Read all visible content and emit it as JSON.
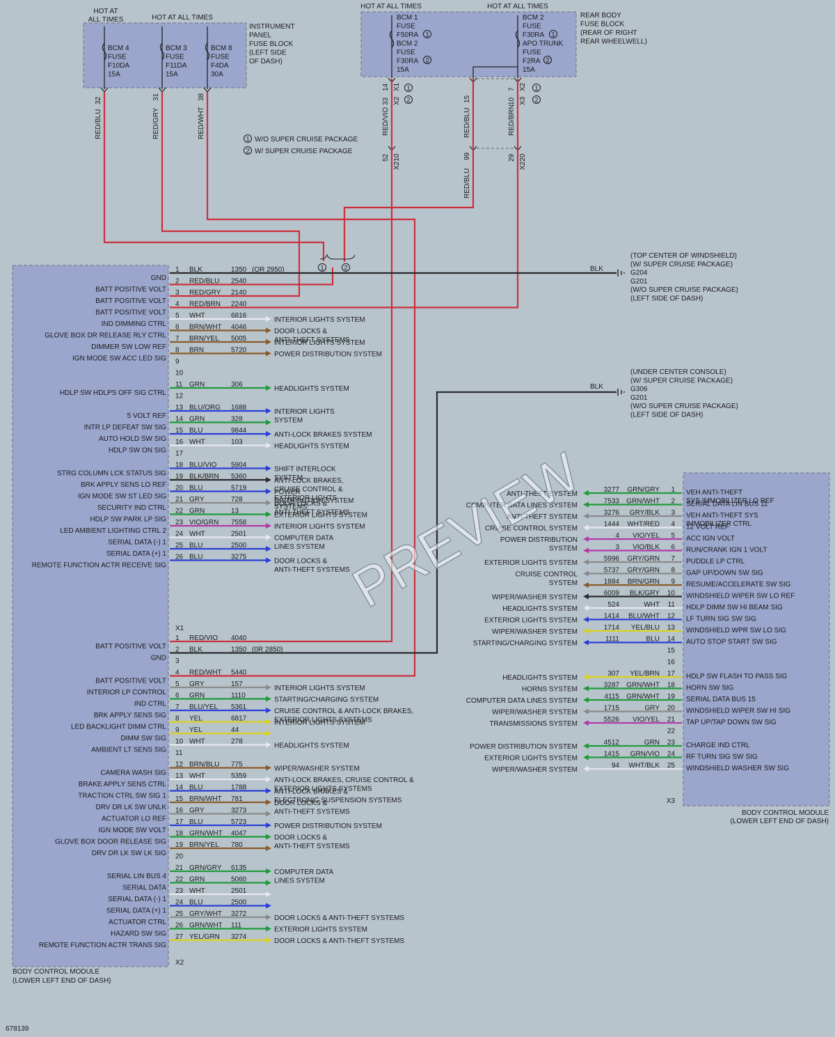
{
  "watermark": "PREVIEW",
  "diagram_id": "678139",
  "colors": {
    "background": "#b8c4cc",
    "module_fill": "#9aa6cc",
    "module_border": "#6f6f86",
    "RED": "#cc2f3c",
    "BLK": "#2a2a2a",
    "WHT": "#e8e8ee",
    "BRN": "#8a5a2a",
    "GRN": "#1f9a3a",
    "BLU": "#2a3ed6",
    "YEL": "#d8d020",
    "VIO": "#b03aa8",
    "GRY": "#8a8a8a",
    "ORG": "#e07a20"
  },
  "hot_labels": {
    "hot1": "HOT AT",
    "hot1b": "ALL TIMES",
    "hot2": "HOT AT ALL TIMES",
    "hot3": "HOT AT ALL TIMES",
    "hot4": "HOT AT ALL TIMES"
  },
  "ip_fuse_block": {
    "label": [
      "INSTRUMENT",
      "PANEL",
      "FUSE BLOCK",
      "(LEFT SIDE",
      "OF DASH)"
    ],
    "fuses": [
      {
        "lines": [
          "BCM 4",
          "FUSE",
          "F10DA",
          "15A"
        ],
        "pin": "32",
        "wire": "RED/BLU"
      },
      {
        "lines": [
          "BCM 3",
          "FUSE",
          "F11DA",
          "15A"
        ],
        "pin": "31",
        "wire": "RED/GRY"
      },
      {
        "lines": [
          "BCM 8",
          "FUSE",
          "F4DA",
          "30A"
        ],
        "pin": "38",
        "wire": "RED/WHT"
      }
    ]
  },
  "rear_fuse_block": {
    "label": [
      "REAR BODY",
      "FUSE BLOCK",
      "(REAR OF RIGHT",
      "REAR WHEELWELL)"
    ],
    "left_fuse": [
      "BCM 1",
      "FUSE",
      "F50RA",
      "BCM 2",
      "FUSE",
      "F30RA",
      "15A"
    ],
    "right_fuse": [
      "BCM 2",
      "FUSE",
      "F30RA",
      "APO TRUNK",
      "FUSE",
      "F2RA",
      "15A"
    ],
    "conn_left": {
      "top": "X1",
      "top_pin": "14",
      "bot": "X2",
      "bot_pin": "33",
      "wire": "RED/VIO",
      "x210_pin": "52",
      "x210": "X210"
    },
    "conn_mid": {
      "pin": "15",
      "wire": "RED/BLU",
      "lower_pin": "99",
      "lower_wire": "RED/BLU"
    },
    "conn_right": {
      "top": "X2",
      "top_pin": "7",
      "bot": "X3",
      "bot_pin": "10",
      "wire": "RED/BRN",
      "x220_pin": "29",
      "x220": "X220"
    }
  },
  "legend": {
    "n1": "1",
    "n2": "2",
    "item1": "W/O SUPER CRUISE PACKAGE",
    "item2": "W/ SUPER CRUISE PACKAGE"
  },
  "ground1": {
    "wire": "BLK",
    "lines": [
      "(TOP CENTER OF WINDSHIELD)",
      "(W/ SUPER CRUISE PACKAGE)",
      "G204",
      "G201",
      "(W/O SUPER CRUISE PACKAGE)",
      "(LEFT SIDE OF DASH)"
    ]
  },
  "ground2": {
    "wire": "BLK",
    "lines": [
      "(UNDER CENTER CONSOLE)",
      "(W/ SUPER CRUISE PACKAGE)",
      "G306",
      "G201",
      "(W/O SUPER CRUISE PACKAGE)",
      "(LEFT SIDE OF DASH)"
    ]
  },
  "left_module": {
    "label": [
      "BODY CONTROL MODULE",
      "(LOWER LEFT END OF DASH)"
    ],
    "x1": {
      "connector": "X1",
      "pins": [
        {
          "pin": "1",
          "func": "GND",
          "wire": "BLK",
          "circuit": "1350",
          "note": "(OR 2950)"
        },
        {
          "pin": "2",
          "func": "BATT POSITIVE VOLT",
          "wire": "RED/BLU",
          "circuit": "2540"
        },
        {
          "pin": "3",
          "func": "BATT POSITIVE VOLT",
          "wire": "RED/GRY",
          "circuit": "2140"
        },
        {
          "pin": "4",
          "func": "BATT POSITIVE VOLT",
          "wire": "RED/BRN",
          "circuit": "2240"
        },
        {
          "pin": "5",
          "func": "IND DIMMING CTRL",
          "wire": "WHT",
          "circuit": "6816",
          "dest": [
            "INTERIOR LIGHTS SYSTEM"
          ]
        },
        {
          "pin": "6",
          "func": "GLOVE BOX DR RELEASE RLY CTRL",
          "wire": "BRN/WHT",
          "circuit": "4046",
          "dest": [
            "DOOR LOCKS &",
            "ANTI-THEFT SYSTEMS"
          ]
        },
        {
          "pin": "7",
          "func": "DIMMER SW LOW REF",
          "wire": "BRN/YEL",
          "circuit": "5005",
          "dest": [
            "INTERIOR LIGHTS SYSTEM"
          ]
        },
        {
          "pin": "8",
          "func": "IGN MODE SW ACC LED SIG",
          "wire": "BRN",
          "circuit": "5720",
          "dest": [
            "POWER DISTRIBUTION SYSTEM"
          ]
        },
        {
          "pin": "9"
        },
        {
          "pin": "10"
        },
        {
          "pin": "11",
          "func": "HDLP SW HDLPS OFF SIG CTRL",
          "wire": "GRN",
          "circuit": "306",
          "dest": [
            "HEADLIGHTS SYSTEM"
          ]
        },
        {
          "pin": "12"
        },
        {
          "pin": "13",
          "func": "5 VOLT REF",
          "wire": "BLU/ORG",
          "circuit": "1688",
          "dest": [
            "INTERIOR LIGHTS",
            "SYSTEM"
          ]
        },
        {
          "pin": "14",
          "func": "INTR LP DEFEAT SW SIG",
          "wire": "GRN",
          "circuit": "328"
        },
        {
          "pin": "15",
          "func": "AUTO HOLD SW SIG",
          "wire": "BLU",
          "circuit": "9844",
          "dest": [
            "ANTI-LOCK BRAKES SYSTEM"
          ]
        },
        {
          "pin": "16",
          "func": "HDLP SW ON SIG",
          "wire": "WHT",
          "circuit": "103",
          "dest": [
            "HEADLIGHTS SYSTEM"
          ]
        },
        {
          "pin": "17"
        },
        {
          "pin": "18",
          "func": "STRG COLUMN LCK STATUS SIG",
          "wire": "BLU/VIO",
          "circuit": "5904",
          "dest": [
            "SHIFT INTERLOCK",
            "SYSTEM"
          ]
        },
        {
          "pin": "19",
          "func": "BRK APPLY SENS LO REF",
          "wire": "BLK/BRN",
          "circuit": "5360",
          "dest": [
            "ANTI-LOCK BRAKES,",
            "CRUISE CONTROL &",
            "EXTERIOR LIGHTS",
            "SYSTEMS"
          ]
        },
        {
          "pin": "20",
          "func": "IGN MODE SW ST LED SIG",
          "wire": "BLU",
          "circuit": "5719",
          "dest": [
            "POWER",
            "DISTRIBUTION SYSTEM"
          ]
        },
        {
          "pin": "21",
          "func": "SECURITY IND CTRL",
          "wire": "GRY",
          "circuit": "728",
          "dest": [
            "DOOR LOCKS &",
            "ANTI-THEFT SYSTEMS"
          ]
        },
        {
          "pin": "22",
          "func": "HDLP SW PARK LP SIG",
          "wire": "GRN",
          "circuit": "13",
          "dest": [
            "EXTERIOR LIGHTS SYSTEM"
          ]
        },
        {
          "pin": "23",
          "func": "LED AMBIENT LIGHTING CTRL 2",
          "wire": "VIO/GRN",
          "circuit": "7558",
          "dest": [
            "INTERIOR LIGHTS SYSTEM"
          ]
        },
        {
          "pin": "24",
          "func": "SERIAL DATA (-) 1",
          "wire": "WHT",
          "circuit": "2501",
          "dest": [
            "COMPUTER DATA",
            "LINES SYSTEM"
          ]
        },
        {
          "pin": "25",
          "func": "SERIAL DATA (+) 1",
          "wire": "BLU",
          "circuit": "2500"
        },
        {
          "pin": "26",
          "func": "REMOTE FUNCTION ACTR RECEIVE SIG",
          "wire": "BLU",
          "circuit": "3275",
          "dest": [
            "DOOR LOCKS &",
            "ANTI-THEFT SYSTEMS"
          ]
        }
      ]
    },
    "x2": {
      "connector": "X2",
      "pins": [
        {
          "pin": "1",
          "func": "BATT POSITIVE VOLT",
          "wire": "RED/VIO",
          "circuit": "4040"
        },
        {
          "pin": "2",
          "func": "GND",
          "wire": "BLK",
          "circuit": "1350",
          "note": "(0R 2850)"
        },
        {
          "pin": "3"
        },
        {
          "pin": "4",
          "func": "BATT POSITIVE VOLT",
          "wire": "RED/WHT",
          "circuit": "5440"
        },
        {
          "pin": "5",
          "func": "INTERIOR LP CONTROL",
          "wire": "GRY",
          "circuit": "157",
          "dest": [
            "INTERIOR LIGHTS SYSTEM"
          ]
        },
        {
          "pin": "6",
          "func": "IND CTRL",
          "wire": "GRN",
          "circuit": "1110",
          "dest": [
            "STARTING/CHARGING SYSTEM"
          ]
        },
        {
          "pin": "7",
          "func": "BRK APPLY SENS SIG",
          "wire": "BLU/YEL",
          "circuit": "5361",
          "dest": [
            "CRUISE CONTROL & ANTI-LOCK BRAKES,",
            "EXTERIOR LIGHTS SYSTEMS"
          ]
        },
        {
          "pin": "8",
          "func": "LED BACKLIGHT DIMM CTRL",
          "wire": "YEL",
          "circuit": "6817",
          "dest": [
            "INTERIOR LIGHTS SYSTEM"
          ]
        },
        {
          "pin": "9",
          "func": "DIMM SW SIG",
          "wire": "YEL",
          "circuit": "44"
        },
        {
          "pin": "10",
          "func": "AMBIENT LT SENS SIG",
          "wire": "WHT",
          "circuit": "278",
          "dest": [
            "HEADLIGHTS SYSTEM"
          ]
        },
        {
          "pin": "11"
        },
        {
          "pin": "12",
          "func": "CAMERA WASH SIG",
          "wire": "BRN/BLU",
          "circuit": "775",
          "dest": [
            "WIPER/WASHER SYSTEM"
          ]
        },
        {
          "pin": "13",
          "func": "BRAKE APPLY SENS CTRL",
          "wire": "WHT",
          "circuit": "5359",
          "dest": [
            "ANTI-LOCK BRAKES, CRUISE CONTROL &",
            "EXTERIOR LIGHTS SYSTEMS"
          ]
        },
        {
          "pin": "14",
          "func": "TRACTION CTRL SW SIG 1",
          "wire": "BLU",
          "circuit": "1788",
          "dest": [
            "ANTI-LOCK BRAKES &",
            "ELECTRONIC SUSPENSION SYSTEMS"
          ]
        },
        {
          "pin": "15",
          "func": "DRV DR LK SW UNLK",
          "wire": "BRN/WHT",
          "circuit": "781",
          "dest": [
            "DOOR LOCKS &",
            "ANTI-THEFT SYSTEMS"
          ]
        },
        {
          "pin": "16",
          "func": "ACTUATOR LO REF",
          "wire": "GRY",
          "circuit": "3273"
        },
        {
          "pin": "17",
          "func": "IGN MODE SW VOLT",
          "wire": "BLU",
          "circuit": "5723",
          "dest": [
            "POWER DISTRIBUTION SYSTEM"
          ]
        },
        {
          "pin": "18",
          "func": "GLOVE BOX DOOR RELEASE SIG",
          "wire": "GRN/WHT",
          "circuit": "4047",
          "dest": [
            "DOOR LOCKS &",
            "ANTI-THEFT SYSTEMS"
          ]
        },
        {
          "pin": "19",
          "func": "DRV DR LK SW LK SIG",
          "wire": "BRN/YEL",
          "circuit": "780"
        },
        {
          "pin": "20"
        },
        {
          "pin": "21",
          "func": "SERIAL LIN BUS 4",
          "wire": "GRN/GRY",
          "circuit": "6135",
          "dest": [
            "COMPUTER DATA",
            "LINES SYSTEM"
          ]
        },
        {
          "pin": "22",
          "func": "SERIAL DATA",
          "wire": "GRN",
          "circuit": "5060"
        },
        {
          "pin": "23",
          "func": "SERIAL DATA (-) 1",
          "wire": "WHT",
          "circuit": "2501"
        },
        {
          "pin": "24",
          "func": "SERIAL DATA (+) 1",
          "wire": "BLU",
          "circuit": "2500"
        },
        {
          "pin": "25",
          "func": "ACTUATOR CTRL",
          "wire": "GRY/WHT",
          "circuit": "3272",
          "dest": [
            "DOOR LOCKS & ANTI-THEFT SYSTEMS"
          ]
        },
        {
          "pin": "26",
          "func": "HAZARD SW SIG",
          "wire": "GRN/WHT",
          "circuit": "111",
          "dest": [
            "EXTERIOR LIGHTS SYSTEM"
          ]
        },
        {
          "pin": "27",
          "func": "REMOTE FUNCTION ACTR TRANS SIG",
          "wire": "YEL/GRN",
          "circuit": "3274",
          "dest": [
            "DOOR LOCKS & ANTI-THEFT SYSTEMS"
          ]
        }
      ]
    }
  },
  "right_module": {
    "label": [
      "BODY CONTROL MODULE",
      "(LOWER LEFT END OF DASH)"
    ],
    "connector": "X3",
    "pins": [
      {
        "pin": "1",
        "func": [
          "VEH ANTI-THEFT",
          "SYS IMMOBILIZER LO REF"
        ],
        "wire": "GRN/GRY",
        "circuit": "3277",
        "dest": [
          "ANTI-THEFT SYSTEM"
        ]
      },
      {
        "pin": "2",
        "func": [
          "SERIAL DATA LIN BUS 11"
        ],
        "wire": "GRN/WHT",
        "circuit": "7533",
        "dest": [
          "COMPUTER DATA LINES SYSTEM"
        ]
      },
      {
        "pin": "3",
        "func": [
          "VEH ANTI-THEFT SYS",
          "IMMOBILIZER CTRL"
        ],
        "wire": "GRY/BLK",
        "circuit": "3276",
        "dest": [
          "ANTI-THEFT SYSTEM"
        ]
      },
      {
        "pin": "4",
        "func": [
          "12 VOLT REF"
        ],
        "wire": "WHT/RED",
        "circuit": "1444",
        "dest": [
          "CRUISE CONTROL SYSTEM"
        ]
      },
      {
        "pin": "5",
        "func": [
          "ACC IGN VOLT"
        ],
        "wire": "VIO/YEL",
        "circuit": "4",
        "dest": [
          "POWER DISTRIBUTION",
          "SYSTEM"
        ]
      },
      {
        "pin": "6",
        "func": [
          "RUN/CRANK IGN 1 VOLT"
        ],
        "wire": "VIO/BLK",
        "circuit": "3"
      },
      {
        "pin": "7",
        "func": [
          "PUDDLE LP CTRL"
        ],
        "wire": "GRY/GRN",
        "circuit": "5996",
        "dest": [
          "EXTERIOR LIGHTS SYSTEM"
        ]
      },
      {
        "pin": "8",
        "func": [
          "GAP UP/DOWN SW SIG"
        ],
        "wire": "GRY/GRN",
        "circuit": "5737",
        "dest": [
          "CRUISE CONTROL",
          "SYSTEM"
        ]
      },
      {
        "pin": "9",
        "func": [
          "RESUME/ACCELERATE SW SIG"
        ],
        "wire": "BRN/GRN",
        "circuit": "1884"
      },
      {
        "pin": "10",
        "func": [
          "WINDSHIELD WIPER SW LO REF"
        ],
        "wire": "BLK/GRY",
        "circuit": "6009",
        "dest": [
          "WIPER/WASHER SYSTEM"
        ]
      },
      {
        "pin": "11",
        "func": [
          "HDLP DIMM SW HI BEAM SIG"
        ],
        "wire": "WHT",
        "circuit": "524",
        "dest": [
          "HEADLIGHTS SYSTEM"
        ]
      },
      {
        "pin": "12",
        "func": [
          "LF TURN SIG SW SIG"
        ],
        "wire": "BLU/WHT",
        "circuit": "1414",
        "dest": [
          "EXTERIOR LIGHTS SYSTEM"
        ]
      },
      {
        "pin": "13",
        "func": [
          "WINDSHIELD WPR SW LO SIG"
        ],
        "wire": "YEL/BLU",
        "circuit": "1714",
        "dest": [
          "WIPER/WASHER SYSTEM"
        ]
      },
      {
        "pin": "14",
        "func": [
          "AUTO STOP START SW SIG"
        ],
        "wire": "BLU",
        "circuit": "1111",
        "dest": [
          "STARTING/CHARGING SYSTEM"
        ]
      },
      {
        "pin": "15"
      },
      {
        "pin": "16"
      },
      {
        "pin": "17",
        "func": [
          "HDLP SW FLASH TO PASS SIG"
        ],
        "wire": "YEL/BRN",
        "circuit": "307",
        "dest": [
          "HEADLIGHTS SYSTEM"
        ]
      },
      {
        "pin": "18",
        "func": [
          "HORN SW SIG"
        ],
        "wire": "GRN/WHT",
        "circuit": "3287",
        "dest": [
          "HORNS SYSTEM"
        ]
      },
      {
        "pin": "19",
        "func": [
          "SERIAL DATA BUS 15"
        ],
        "wire": "GRN/WHT",
        "circuit": "4115",
        "dest": [
          "COMPUTER DATA LINES SYSTEM"
        ]
      },
      {
        "pin": "20",
        "func": [
          "WINDSHIELD WIPER SW HI SIG"
        ],
        "wire": "GRY",
        "circuit": "1715",
        "dest": [
          "WIPER/WASHER SYSTEM"
        ]
      },
      {
        "pin": "21",
        "func": [
          "TAP UP/TAP DOWN SW SIG"
        ],
        "wire": "VIO/YEL",
        "circuit": "5526",
        "dest": [
          "TRANSMISSIONS SYSTEM"
        ]
      },
      {
        "pin": "22"
      },
      {
        "pin": "23",
        "func": [
          "CHARGE IND CTRL"
        ],
        "wire": "GRN",
        "circuit": "4512",
        "dest": [
          "POWER DISTRIBUTION SYSTEM"
        ]
      },
      {
        "pin": "24",
        "func": [
          "RF TURN SIG SW SIG"
        ],
        "wire": "GRN/VIO",
        "circuit": "1415",
        "dest": [
          "EXTERIOR LIGHTS SYSTEM"
        ]
      },
      {
        "pin": "25",
        "func": [
          "WINDSHIELD WASHER SW SIG"
        ],
        "wire": "WHT/BLK",
        "circuit": "94",
        "dest": [
          "WIPER/WASHER SYSTEM"
        ]
      }
    ]
  }
}
